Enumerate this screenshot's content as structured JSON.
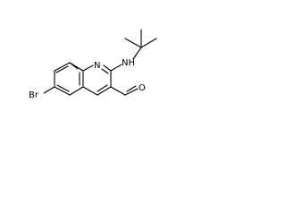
{
  "molecule": {
    "atoms": {
      "bromine": "Br",
      "ring_nitrogen": "N",
      "amine": "NH",
      "carbonyl_oxygen": "O"
    }
  }
}
